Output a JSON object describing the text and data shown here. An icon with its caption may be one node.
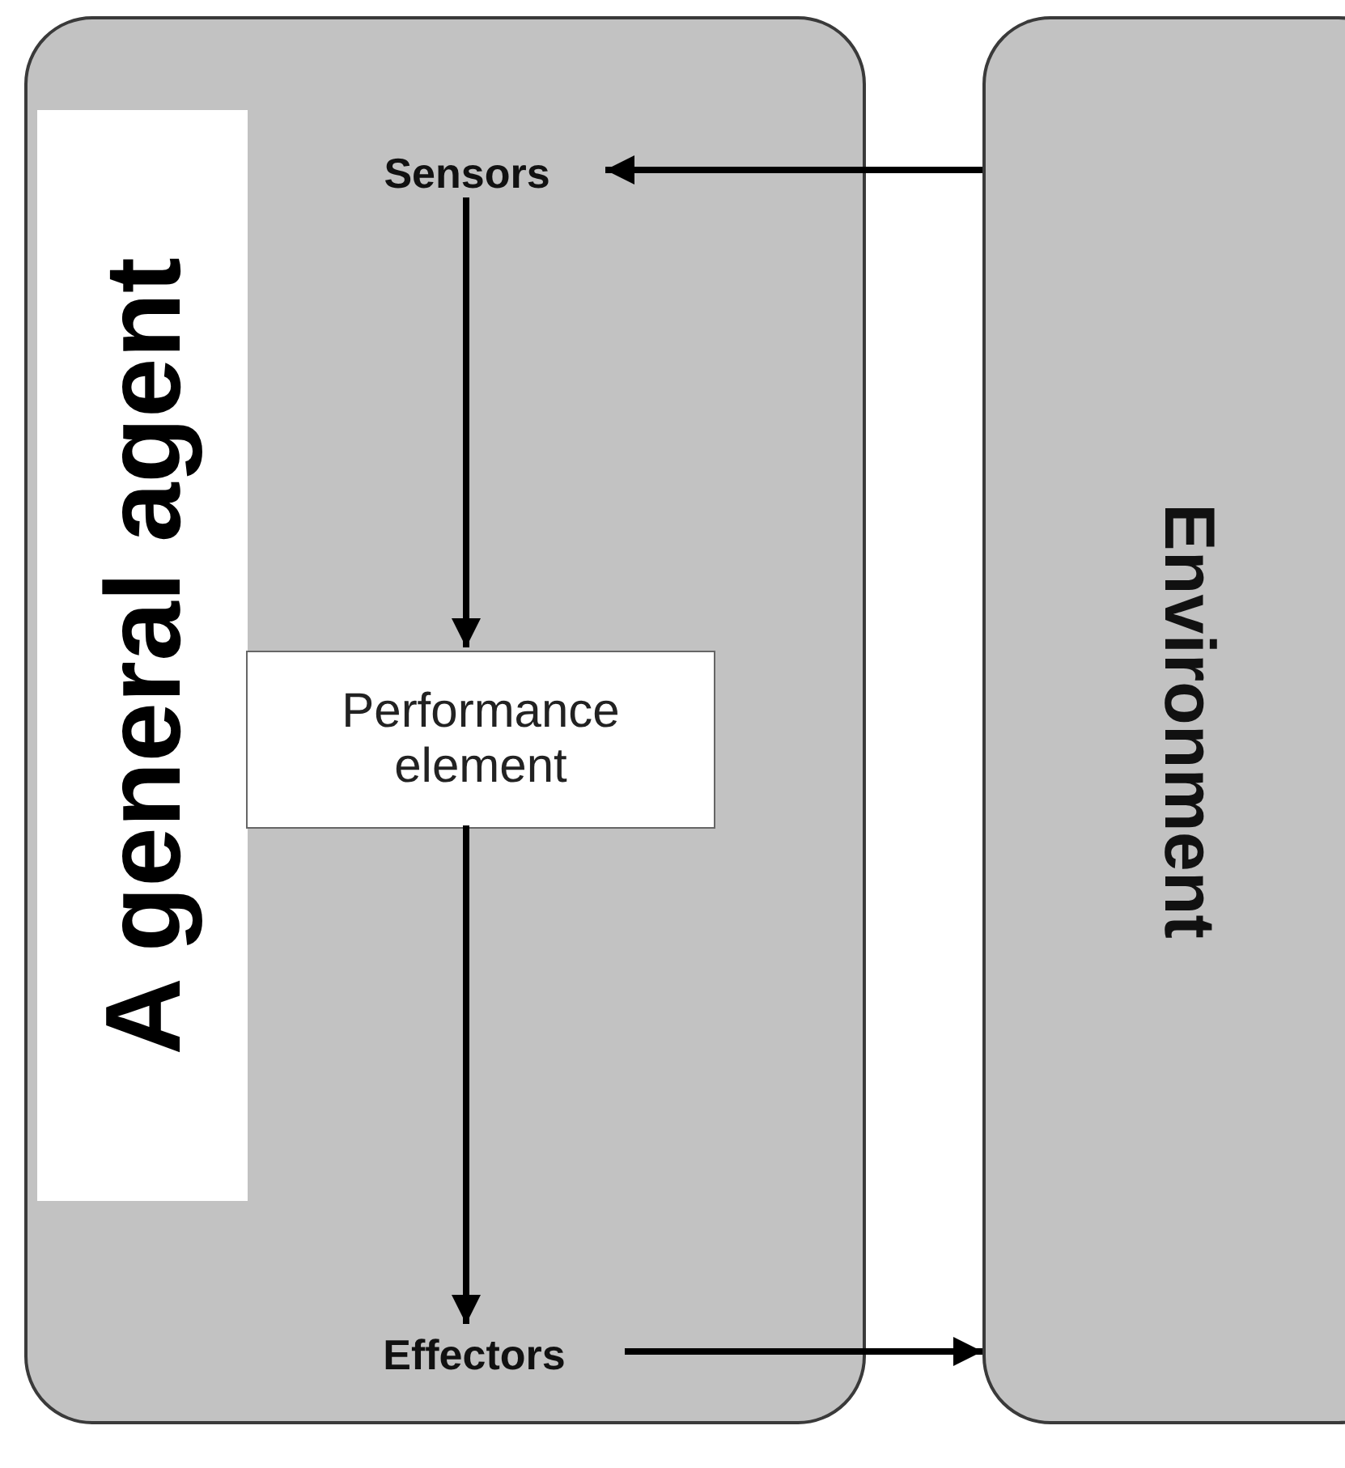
{
  "diagram": {
    "nodes": [
      {
        "text": [
          "A general agent"
        ]
      },
      {
        "text": [
          "Sensors"
        ],
        "in": 0
      },
      {
        "text": [
          "Performance element"
        ],
        "in": 0
      },
      {
        "text": [
          "Effectors"
        ],
        "in": 0
      },
      {
        "text": [
          "Environment"
        ]
      }
    ],
    "edges": [
      {
        "from": 4,
        "to": 1,
        "arrow": "to"
      },
      {
        "from": 1,
        "to": 2,
        "arrow": "to"
      },
      {
        "from": 2,
        "to": 3,
        "arrow": "to"
      },
      {
        "from": 3,
        "to": 4,
        "arrow": "to"
      }
    ]
  }
}
